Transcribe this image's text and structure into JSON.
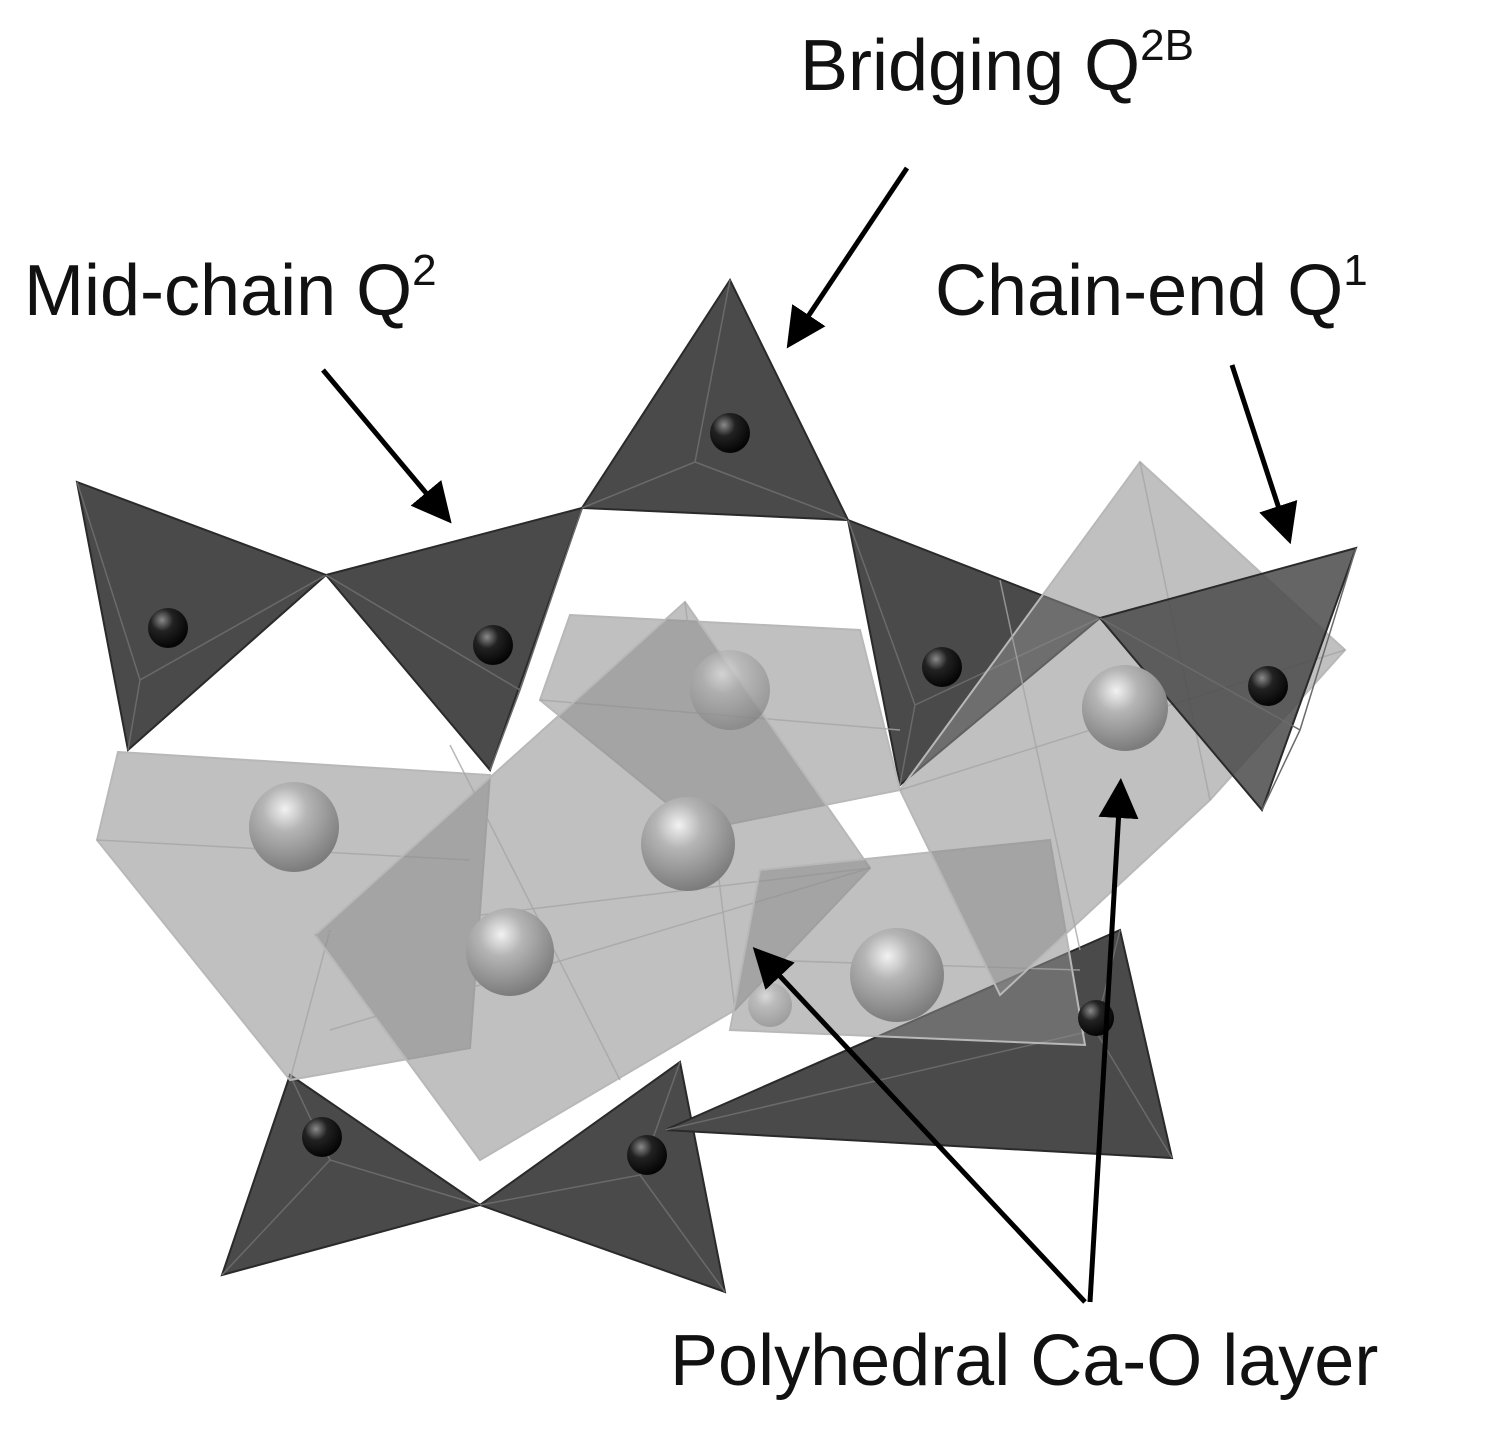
{
  "labels": {
    "bridging": {
      "text": "Bridging Q",
      "sup": "2B"
    },
    "mid_chain": {
      "text": "Mid-chain Q",
      "sup": "2"
    },
    "chain_end": {
      "text": "Chain-end Q",
      "sup": "1"
    },
    "ca_layer": {
      "text": "Polyhedral Ca-O layer"
    }
  },
  "colors": {
    "tetrahedra": "#4a4a4a",
    "octahedra": "#8c8c8c",
    "si_atoms": "#111111",
    "ca_atoms": "#9a9a9a",
    "arrows": "#000000"
  }
}
